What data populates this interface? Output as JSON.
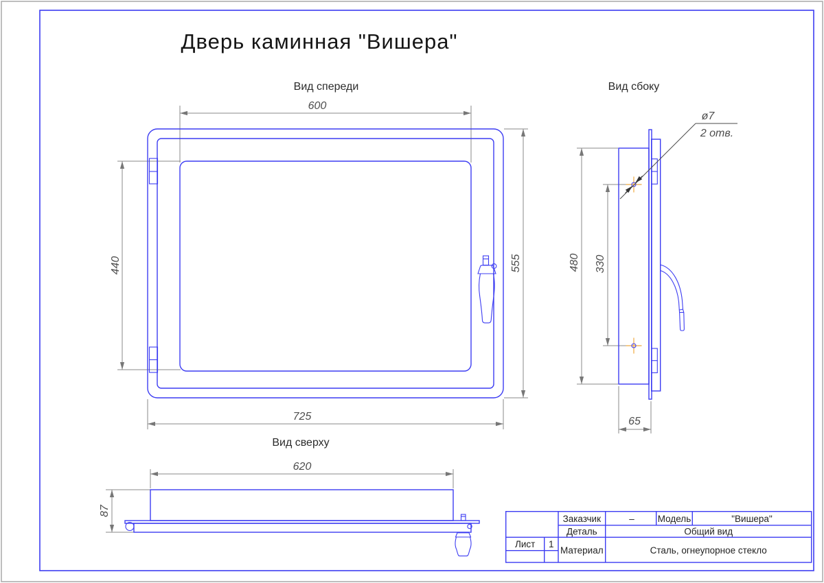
{
  "page": {
    "title": "Дверь каминная \"Вишера\""
  },
  "views": {
    "front": {
      "label": "Вид спереди",
      "dim_glass_width": "600",
      "dim_glass_height": "440",
      "dim_door_height": "555",
      "dim_door_width": "725"
    },
    "side": {
      "label": "Вид сбоку",
      "dim_frame_height": "480",
      "dim_hole_spacing": "330",
      "dim_depth": "65",
      "callout_diameter": "ø7",
      "callout_holes": "2 отв."
    },
    "top": {
      "label": "Вид сверху",
      "dim_width": "620",
      "dim_depth": "87"
    }
  },
  "title_block": {
    "customer_label": "Заказчик",
    "customer_value": "–",
    "model_label": "Модель",
    "model_value": "\"Вишера\"",
    "part_label": "Деталь",
    "part_value": "Общий вид",
    "sheet_label": "Лист",
    "sheet_value": "1",
    "material_label": "Материал",
    "material_value": "Сталь, огнеупорное стекло"
  },
  "colors": {
    "line_blue": "#3c3cf2",
    "dim_gray": "#8a8a8a",
    "centerline_orange": "#efa93f",
    "text_dark": "#1f1f1f"
  }
}
